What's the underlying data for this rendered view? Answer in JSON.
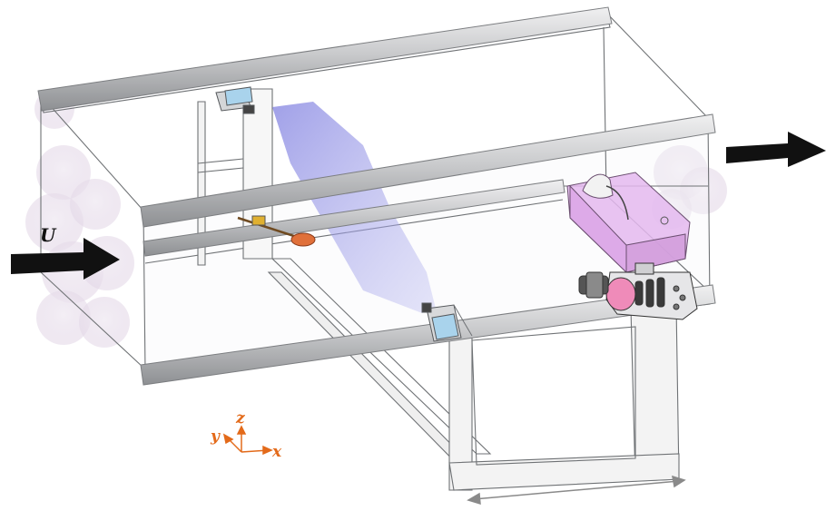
{
  "labels": {
    "flow_velocity": "U",
    "axis_x": "x",
    "axis_y": "y",
    "axis_z": "z"
  },
  "colors": {
    "frame_stroke": "#6f7275",
    "rail_fill": "#d9dadc",
    "rail_dark": "#9a9c9f",
    "glass_fill": "#f4f4f6",
    "laser_sheet": "#8f8fe6",
    "laser_body": "#a9d3ec",
    "fog_puffs": "#e6dce8",
    "seeder_fill": "#e4b8ef",
    "airfoil_fill": "#e0703a",
    "camera_body": "#e6e6e8",
    "camera_lens": "#f07ab0",
    "arrow_fill": "#111111",
    "axis_color": "#e36a1a",
    "traverse_arrow": "#8a8a8a"
  },
  "icons": {
    "inflow_arrow": "arrow-right-icon",
    "outflow_arrow": "arrow-right-icon",
    "camera": "camera-icon",
    "laser_top": "laser-icon",
    "laser_bottom": "laser-icon",
    "seeder": "fog-generator-icon",
    "airfoil": "airfoil-icon",
    "traverse": "double-arrow-icon"
  }
}
